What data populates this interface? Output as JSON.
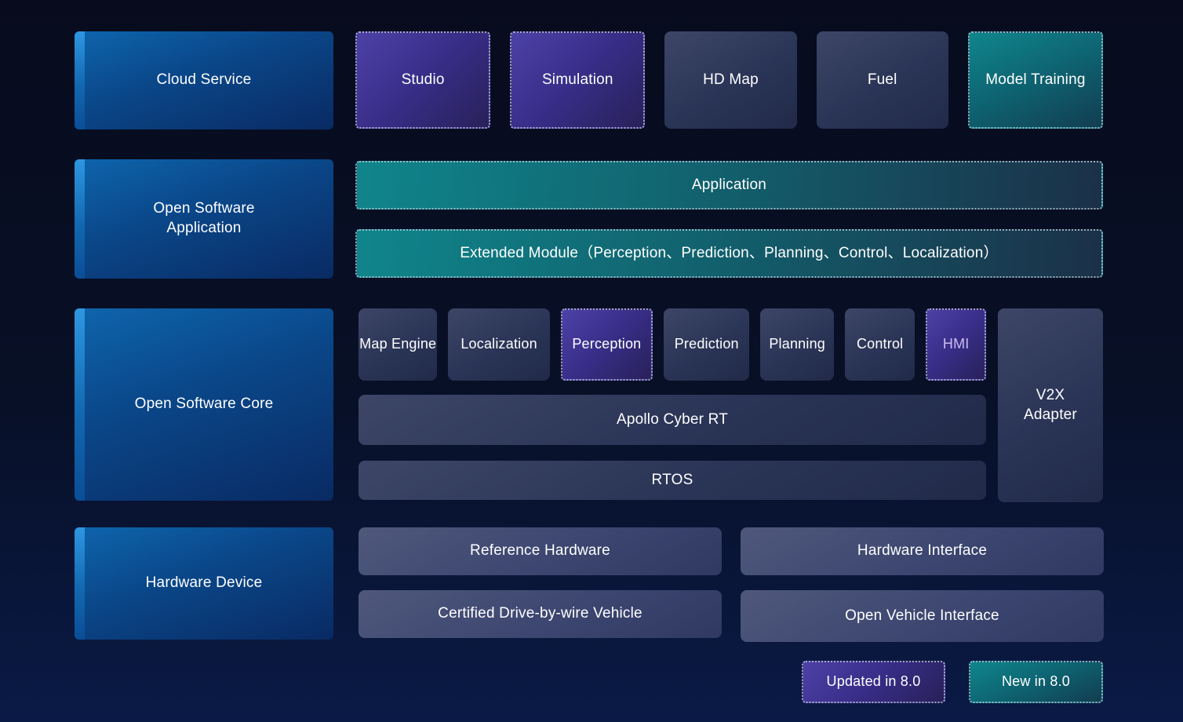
{
  "legend": {
    "items": [
      {
        "label": "Updated in 8.0",
        "tag": "updated",
        "color": "#4d41a7"
      },
      {
        "label": "New in 8.0",
        "tag": "new",
        "color": "#0f868c"
      }
    ]
  },
  "rows": {
    "cloud": {
      "category": "Cloud Service",
      "items": [
        {
          "label": "Studio",
          "tag": "updated"
        },
        {
          "label": "Simulation",
          "tag": "updated"
        },
        {
          "label": "HD Map",
          "tag": "none"
        },
        {
          "label": "Fuel",
          "tag": "none"
        },
        {
          "label": "Model Training",
          "tag": "new"
        }
      ]
    },
    "application": {
      "category": "Open Software Application",
      "bars": [
        {
          "label": "Application",
          "tag": "new"
        },
        {
          "label": "Extended Module（Perception、Prediction、Planning、Control、Localization）",
          "tag": "new"
        }
      ]
    },
    "core": {
      "category": "Open Software Core",
      "modules": [
        {
          "label": "Map Engine",
          "tag": "none"
        },
        {
          "label": "Localization",
          "tag": "none"
        },
        {
          "label": "Perception",
          "tag": "updated"
        },
        {
          "label": "Prediction",
          "tag": "none"
        },
        {
          "label": "Planning",
          "tag": "none"
        },
        {
          "label": "Control",
          "tag": "none"
        },
        {
          "label": "HMI",
          "tag": "updated"
        }
      ],
      "v2x": {
        "label": "V2X Adapter",
        "tag": "none"
      },
      "bars": [
        {
          "label": "Apollo Cyber RT",
          "tag": "none"
        },
        {
          "label": "RTOS",
          "tag": "none"
        }
      ]
    },
    "hardware": {
      "category": "Hardware Device",
      "items": [
        {
          "label": "Reference Hardware",
          "tag": "none"
        },
        {
          "label": "Hardware Interface",
          "tag": "none"
        },
        {
          "label": "Certified Drive-by-wire Vehicle",
          "tag": "none"
        },
        {
          "label": "Open Vehicle Interface",
          "tag": "none"
        }
      ]
    }
  },
  "colors": {
    "background_top": "#070b1d",
    "background_bottom": "#0a1a46",
    "category_blue": "#0a4789",
    "category_stripe_blue": "#2e97e0",
    "updated_purple": "#4d41a7",
    "new_teal": "#0f868c",
    "module_slate": "#3d4666",
    "hardware_slate": "#4f587b",
    "hmi_text": "#c9bcf2",
    "dotted_border": "#cdd0e0",
    "text": "#ffffff"
  }
}
